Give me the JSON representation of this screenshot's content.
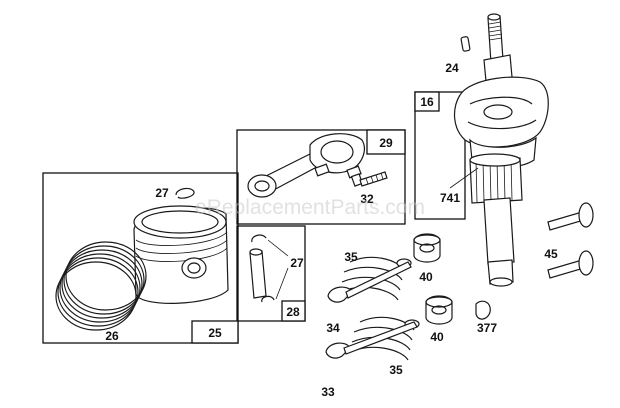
{
  "diagram": {
    "watermark": "eReplacementParts.com",
    "callouts": {
      "p24": "24",
      "p16": "16",
      "p29": "29",
      "p32": "32",
      "p741": "741",
      "p27a": "27",
      "p27b": "27",
      "p26": "26",
      "p25": "25",
      "p28": "28",
      "p35a": "35",
      "p35b": "35",
      "p40a": "40",
      "p40b": "40",
      "p45": "45",
      "p34": "34",
      "p33": "33",
      "p377": "377"
    }
  }
}
